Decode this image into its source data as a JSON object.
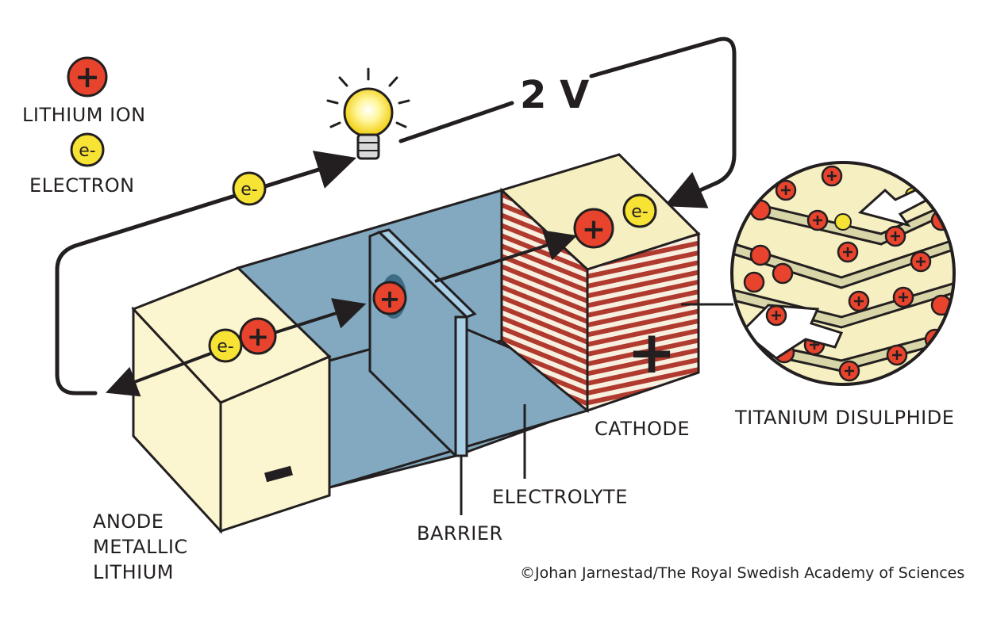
{
  "legend": {
    "ion_label": "LITHIUM ION",
    "electron_label": "ELECTRON",
    "ion_symbol": "+",
    "electron_symbol": "e-"
  },
  "voltage": "2 V",
  "labels": {
    "anode_1": "ANODE",
    "anode_2": "METALLIC",
    "anode_3": "LITHIUM",
    "barrier": "BARRIER",
    "electrolyte": "ELECTROLYTE",
    "cathode": "CATHODE",
    "titanium": "TITANIUM DISULPHIDE"
  },
  "terminal": {
    "minus": "−",
    "plus": "+"
  },
  "credit": "©Johan Jarnestad/The Royal Swedish Academy of Sciences",
  "colors": {
    "lithium_ion": "#e8432d",
    "electron": "#f7e334",
    "anode": "#fbf6cf",
    "electrolyte": "#82a9c0",
    "barrier": "#a8cfe6",
    "cathode_stripe": "#b03a2e",
    "cathode_top": "#f5efc1",
    "outline": "#231f20"
  }
}
